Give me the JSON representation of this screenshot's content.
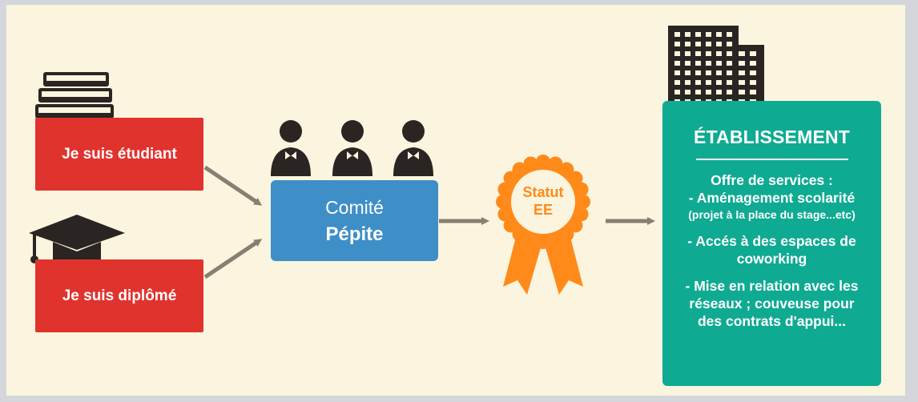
{
  "inputs": {
    "student_label": "Je suis étudiant",
    "graduate_label": "Je suis diplômé"
  },
  "committee": {
    "line1": "Comité",
    "line2": "Pépite"
  },
  "status_badge": {
    "line1": "Statut",
    "line2": "EE"
  },
  "establishment": {
    "title": "ÉTABLISSEMENT",
    "lines": [
      "Offre de services :",
      "- Aménagement scolarité",
      "(projet à la place du stage...etc)",
      "- Accés à des espaces de",
      "coworking",
      "- Mise en relation avec les",
      "réseaux ; couveuse pour",
      "des contrats d'appui..."
    ]
  },
  "icons": [
    "books-icon",
    "graduation-cap-icon",
    "committee-people-icon",
    "award-rosette-icon",
    "building-icon",
    "arrow-icon"
  ],
  "colors": {
    "background": "#fbf4de",
    "red_box": "#e1332e",
    "blue_box": "#3e8ec8",
    "teal_box": "#0faa92",
    "orange_badge": "#ff8a1a",
    "arrow": "#8a7d72",
    "icon_dark": "#2a2522"
  }
}
